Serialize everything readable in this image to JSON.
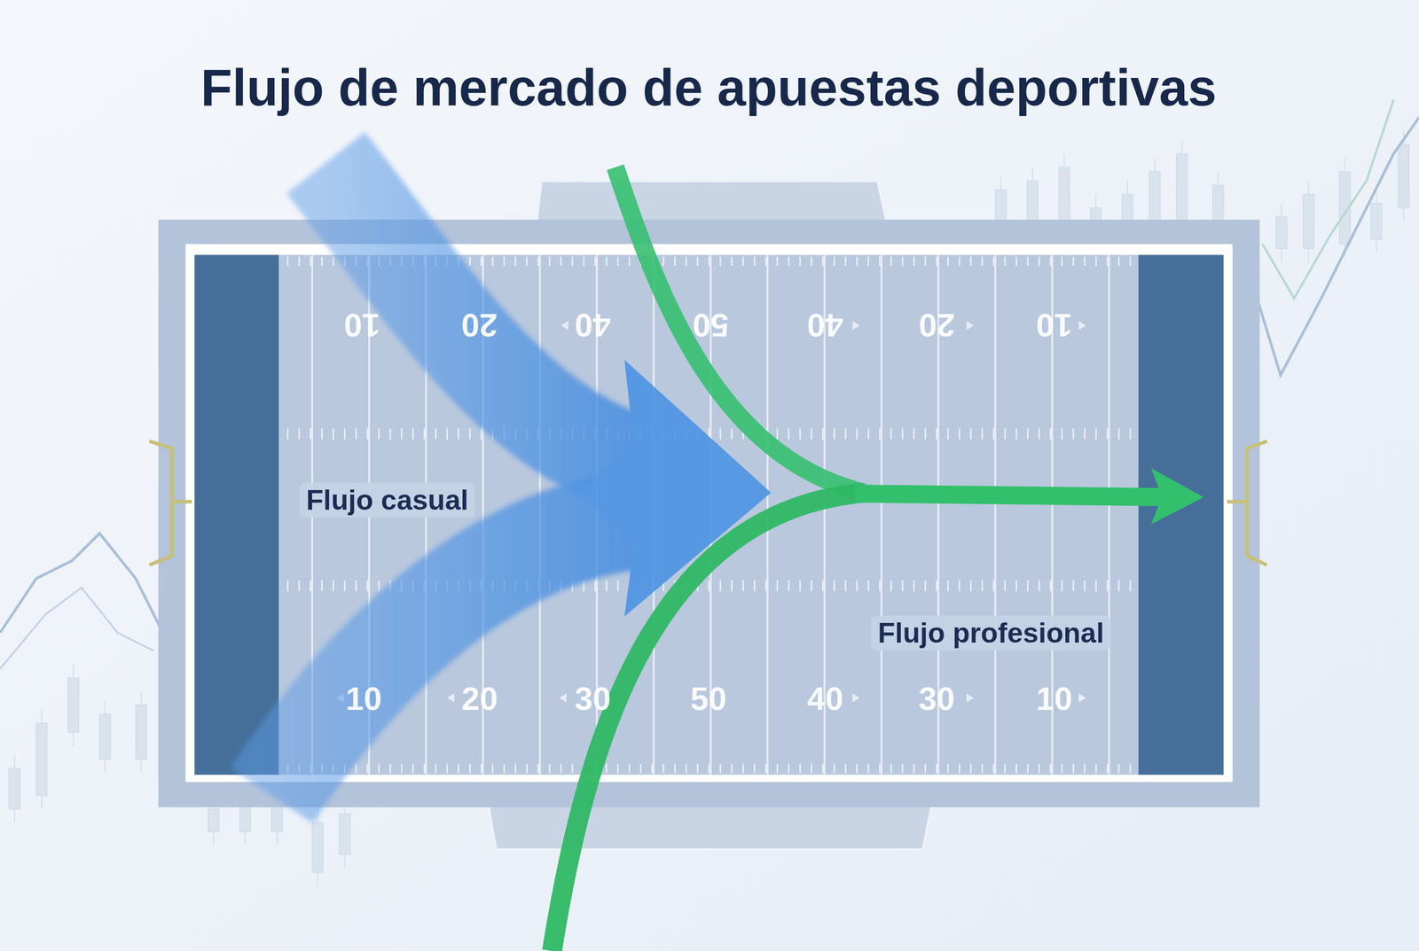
{
  "diagram": {
    "title": "Flujo de mercado de apuestas deportivas",
    "labels": [
      "10",
      "20",
      "40",
      "50",
      "40",
      "20",
      "10",
      "Flujo casual",
      "Flujo profesional",
      "10",
      "20",
      "30",
      "50",
      "40",
      "30",
      "10"
    ]
  }
}
